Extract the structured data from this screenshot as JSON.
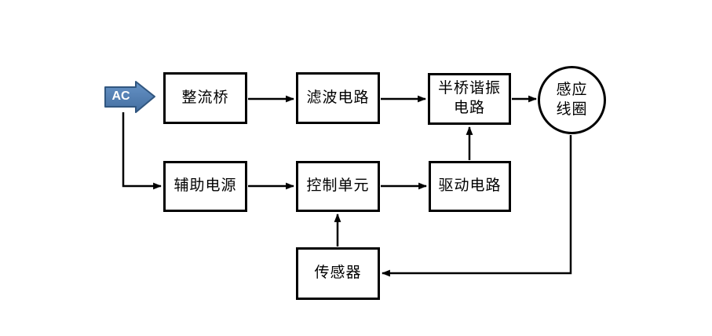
{
  "diagram": {
    "type": "block-diagram",
    "ac_input": {
      "label": "AC"
    },
    "nodes": {
      "rectifier": {
        "label": "整流桥"
      },
      "filter": {
        "label": "滤波电路"
      },
      "half_bridge": {
        "line1": "半桥谐振",
        "line2": "电路"
      },
      "induction_coil": {
        "line1": "感应",
        "line2": "线圈"
      },
      "aux_power": {
        "label": "辅助电源"
      },
      "control_unit": {
        "label": "控制单元"
      },
      "drive_circuit": {
        "label": "驱动电路"
      },
      "sensor": {
        "label": "传感器"
      }
    },
    "edges": [
      {
        "from": "AC",
        "to": "整流桥"
      },
      {
        "from": "整流桥",
        "to": "滤波电路"
      },
      {
        "from": "滤波电路",
        "to": "半桥谐振电路"
      },
      {
        "from": "半桥谐振电路",
        "to": "感应线圈"
      },
      {
        "from": "AC",
        "to": "辅助电源"
      },
      {
        "from": "辅助电源",
        "to": "控制单元"
      },
      {
        "from": "控制单元",
        "to": "驱动电路"
      },
      {
        "from": "驱动电路",
        "to": "半桥谐振电路"
      },
      {
        "from": "传感器",
        "to": "控制单元"
      },
      {
        "from": "感应线圈",
        "to": "传感器"
      }
    ],
    "colors": {
      "background": "#ffffff",
      "box_border": "#000000",
      "line": "#000000",
      "ac_arrow_fill": "#4f81bd",
      "ac_arrow_fill_top": "#6693c7",
      "ac_arrow_fill_bottom": "#446e9f",
      "ac_arrow_border": "#31567f",
      "ac_text": "#ffffff"
    }
  }
}
